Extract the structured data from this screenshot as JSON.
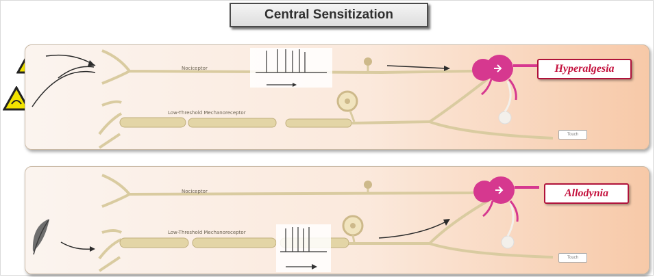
{
  "title": "Central Sensitization",
  "panels": {
    "top": {
      "outcome": "Hyperalgesia",
      "neuron_upper_label": "Nociceptor",
      "neuron_lower_label": "Low-Threshold Mechanoreceptor",
      "tag": "Touch",
      "stimulus": "hazard-warning-signs"
    },
    "bottom": {
      "outcome": "Allodynia",
      "neuron_upper_label": "Nociceptor",
      "neuron_lower_label": "Low-Threshold Mechanoreceptor",
      "tag": "Touch",
      "stimulus": "feather"
    }
  },
  "colors": {
    "outcome_text": "#c4103c",
    "axon": "#d9cba0",
    "dorsal_horn_neuron": "#d6388f",
    "panel_right": "#f7c9a8"
  }
}
